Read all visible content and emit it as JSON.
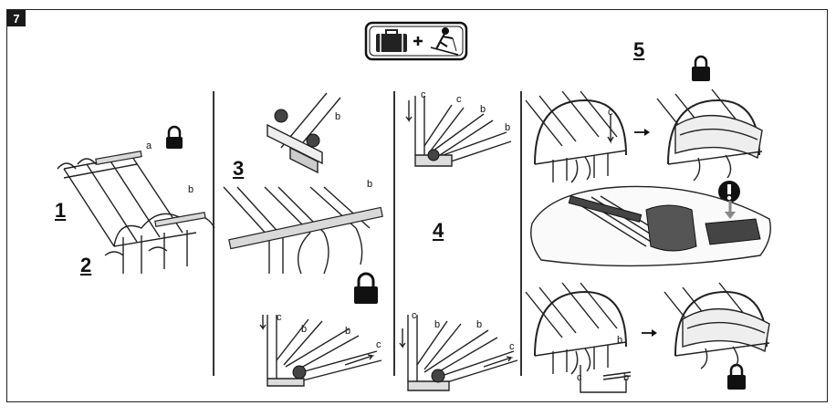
{
  "figure": {
    "number": "7",
    "steps": {
      "s1": "1",
      "s2": "2",
      "s3": "3",
      "s4": "4",
      "s5": "5"
    },
    "callouts": {
      "a": "a",
      "b": "b",
      "c": "c"
    }
  },
  "icons": {
    "header": [
      "suitcase-icon",
      "plus-icon",
      "skier-icon"
    ],
    "lock": "padlock-icon",
    "warning": "exclamation-icon"
  },
  "colors": {
    "ink": "#222222",
    "frame": "#222222",
    "badge": "#1a1a1a"
  }
}
